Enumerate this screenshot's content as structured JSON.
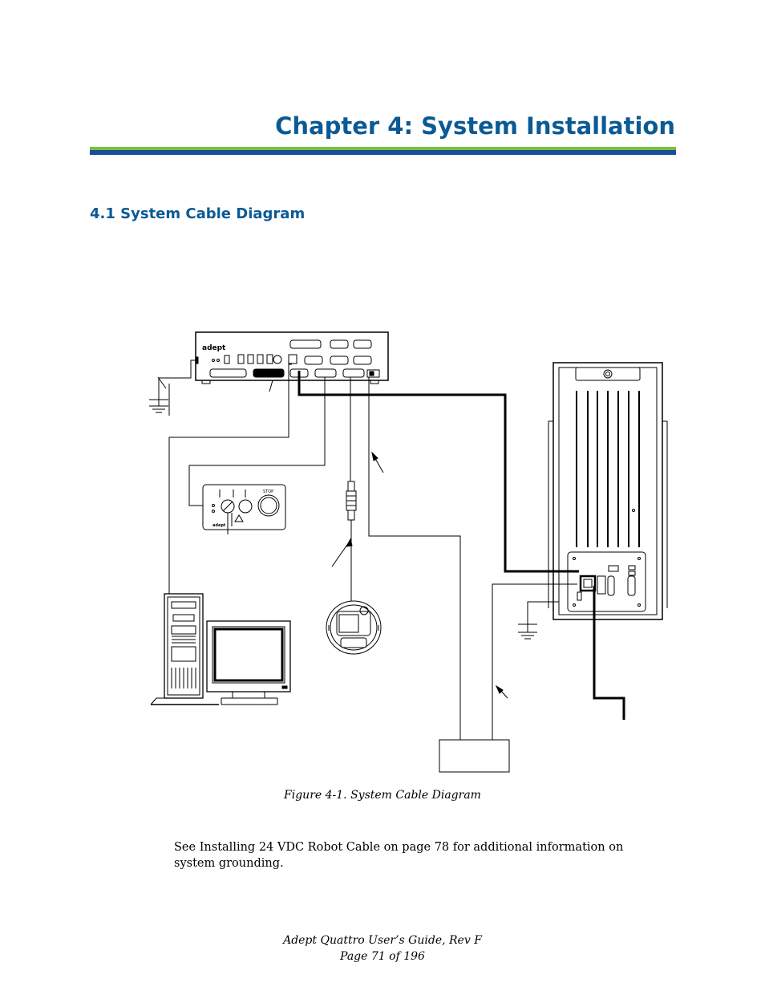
{
  "chapter": {
    "title": "Chapter 4: System Installation"
  },
  "section": {
    "title": "4.1  System Cable Diagram"
  },
  "figure": {
    "caption": "Figure 4-1. System Cable Diagram",
    "labels": {
      "stop": "STOP"
    },
    "colors": {
      "line": "#000000"
    }
  },
  "body": {
    "paragraph": "See Installing 24 VDC Robot Cable on page 78 for additional information on system grounding."
  },
  "footer": {
    "guide": "Adept Quattro User’s Guide, Rev F",
    "page": "Page 71 of 196"
  },
  "theme": {
    "title_color": "#0b5a94",
    "rule_green": "#7bbf3c",
    "rule_blue": "#1a4f97"
  }
}
